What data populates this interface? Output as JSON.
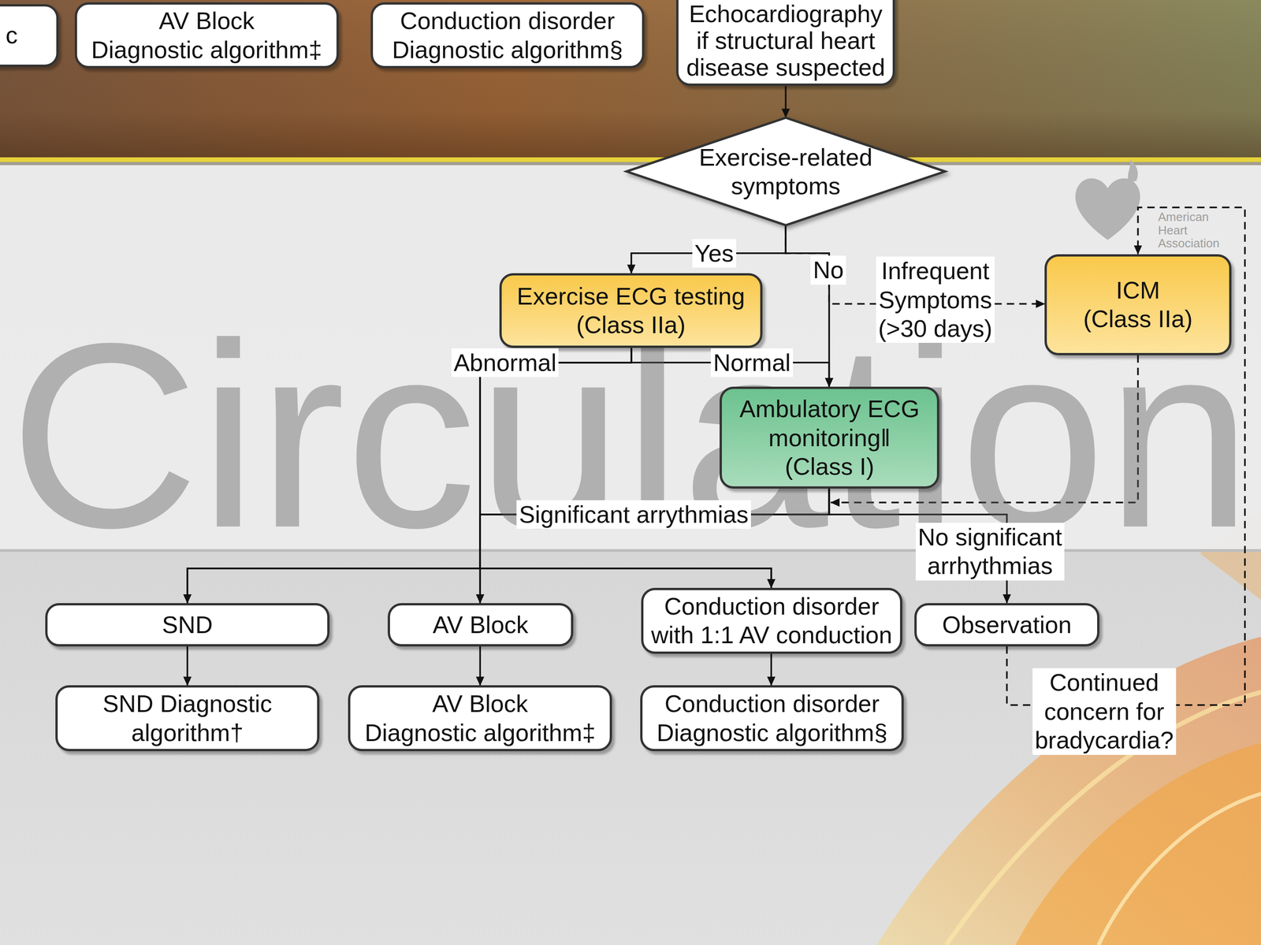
{
  "diagram": {
    "nodes": [
      {
        "text": [
          "c"
        ]
      },
      {
        "text": [
          "AV Block Diagnostic algorithm‡"
        ]
      },
      {
        "text": [
          "Conduction disorder Diagnostic algorithm§"
        ]
      },
      {
        "text": [
          "Echocardiography if structural heart disease suspected"
        ]
      },
      {
        "text": [
          "Exercise-related symptoms"
        ]
      },
      {
        "text": [
          "Exercise ECG testing (Class IIa)"
        ]
      },
      {
        "text": [
          "ICM (Class IIa)"
        ]
      },
      {
        "text": [
          "Ambulatory ECG monitoring‖ (Class I)"
        ]
      },
      {
        "text": [
          "SND"
        ]
      },
      {
        "text": [
          "AV Block"
        ]
      },
      {
        "text": [
          "Conduction disorder with 1:1 AV conduction"
        ]
      },
      {
        "text": [
          "Observation"
        ]
      },
      {
        "text": [
          "SND Diagnostic algorithm†"
        ]
      },
      {
        "text": [
          "AV Block Diagnostic algorithm‡"
        ]
      },
      {
        "text": [
          "Conduction disorder Diagnostic algorithm§"
        ]
      }
    ],
    "edges": [
      {
        "from": 3,
        "to": 4,
        "arrow": "to"
      },
      {
        "from": 4,
        "to": 5,
        "label": "Yes",
        "arrow": "to"
      },
      {
        "from": 4,
        "to": 7,
        "label": "No",
        "arrow": "to"
      },
      {
        "from": 4,
        "to": 6,
        "label": "Infrequent Symptoms (>30 days)",
        "arrow": "to"
      },
      {
        "from": 5,
        "to": 7,
        "label": "Normal",
        "arrow": "to"
      },
      {
        "from": 5,
        "to": 8,
        "arrow": "to"
      },
      {
        "from": 5,
        "to": 9,
        "label": "Abnormal",
        "arrow": "to"
      },
      {
        "from": 5,
        "to": 10,
        "arrow": "to"
      },
      {
        "from": 7,
        "to": 8,
        "arrow": "to"
      },
      {
        "from": 7,
        "to": 9,
        "label": "Significant arrythmias",
        "arrow": "to"
      },
      {
        "from": 7,
        "to": 10,
        "arrow": "to"
      },
      {
        "from": 7,
        "to": 11,
        "label": "No significant arrhythmias",
        "arrow": "to"
      },
      {
        "from": 6,
        "to": 7,
        "arrow": "to"
      },
      {
        "from": 11,
        "to": 6,
        "label": "Continued concern for bradycardia?",
        "arrow": "to"
      },
      {
        "from": 8,
        "to": 12,
        "arrow": "to"
      },
      {
        "from": 9,
        "to": 13,
        "arrow": "to"
      },
      {
        "from": 10,
        "to": 14,
        "arrow": "to"
      }
    ],
    "labels": [
      "Circulation",
      "American Heart Association"
    ]
  }
}
